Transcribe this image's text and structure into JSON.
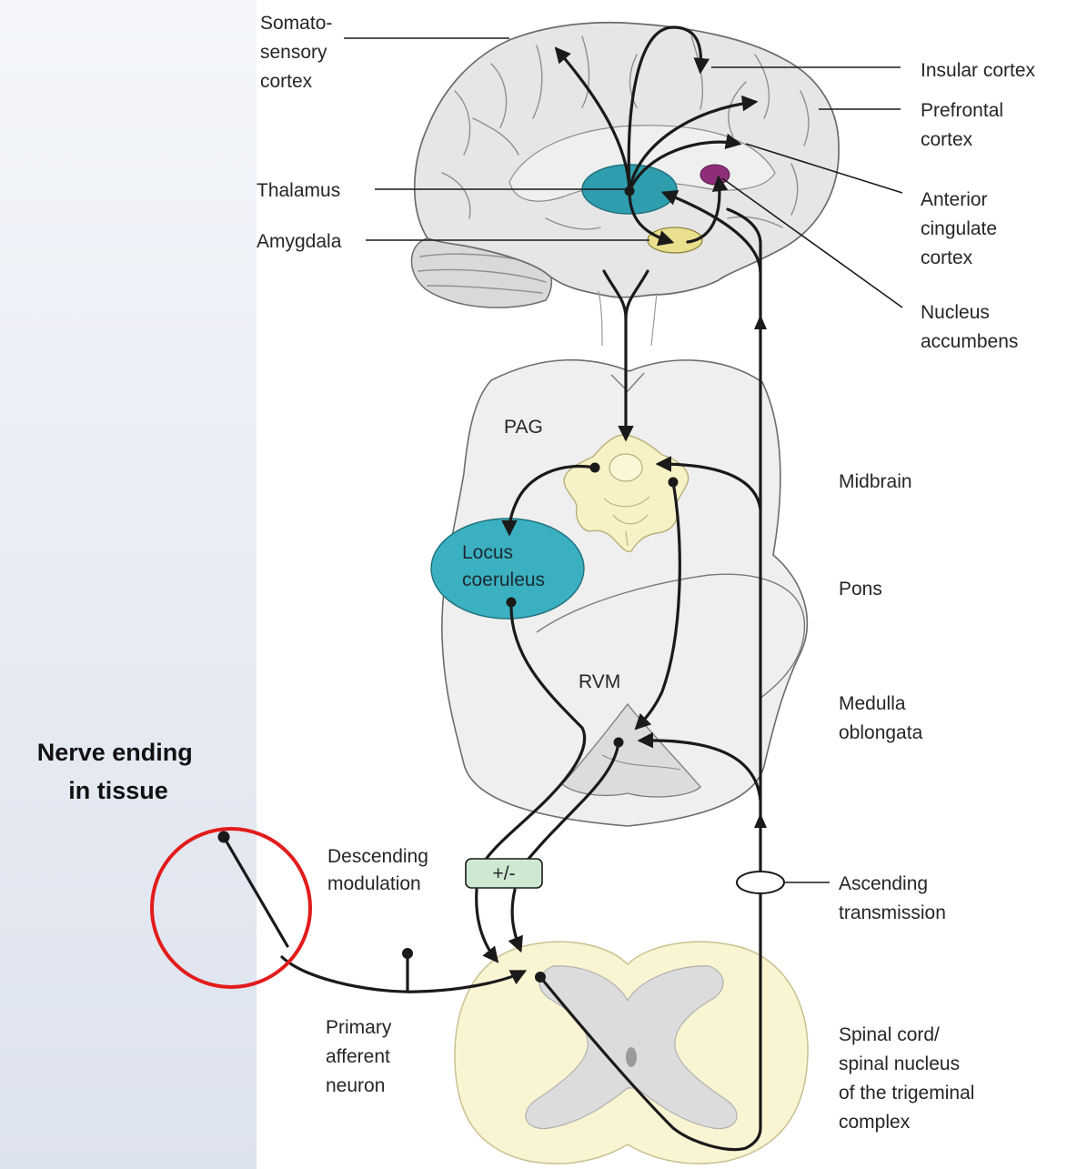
{
  "labels": {
    "somatosensory": [
      "Somato-",
      "sensory",
      "cortex"
    ],
    "insular": "Insular cortex",
    "prefrontal": [
      "Prefrontal",
      "cortex"
    ],
    "thalamus": "Thalamus",
    "amygdala": "Amygdala",
    "anterior_cingulate": [
      "Anterior",
      "cingulate",
      "cortex"
    ],
    "nucleus_accumbens": [
      "Nucleus",
      "accumbens"
    ],
    "pag": "PAG",
    "midbrain": "Midbrain",
    "locus_coeruleus": [
      "Locus",
      "coeruleus"
    ],
    "pons": "Pons",
    "rvm": "RVM",
    "medulla": [
      "Medulla",
      "oblongata"
    ],
    "descending_modulation": [
      "Descending",
      "modulation"
    ],
    "modulation_sign": "+/-",
    "ascending_transmission": [
      "Ascending",
      "transmission"
    ],
    "primary_afferent": [
      "Primary",
      "afferent",
      "neuron"
    ],
    "spinal_cord": [
      "Spinal cord/",
      "spinal nucleus",
      "of the trigeminal",
      "complex"
    ]
  },
  "callout": {
    "text": [
      "Nerve ending",
      "in tissue"
    ]
  },
  "colors": {
    "thalamus_fill": "#2e9eae",
    "locus_fill": "#3ab0c0",
    "amygdala_fill": "#e9df8e",
    "accumbens_fill": "#8e2e7a",
    "pag_fill": "#f7f2c6",
    "modulation_fill": "#cfe8d2",
    "callout_ring": "#e21b1b",
    "brain_fill": "#e6e6e6"
  }
}
